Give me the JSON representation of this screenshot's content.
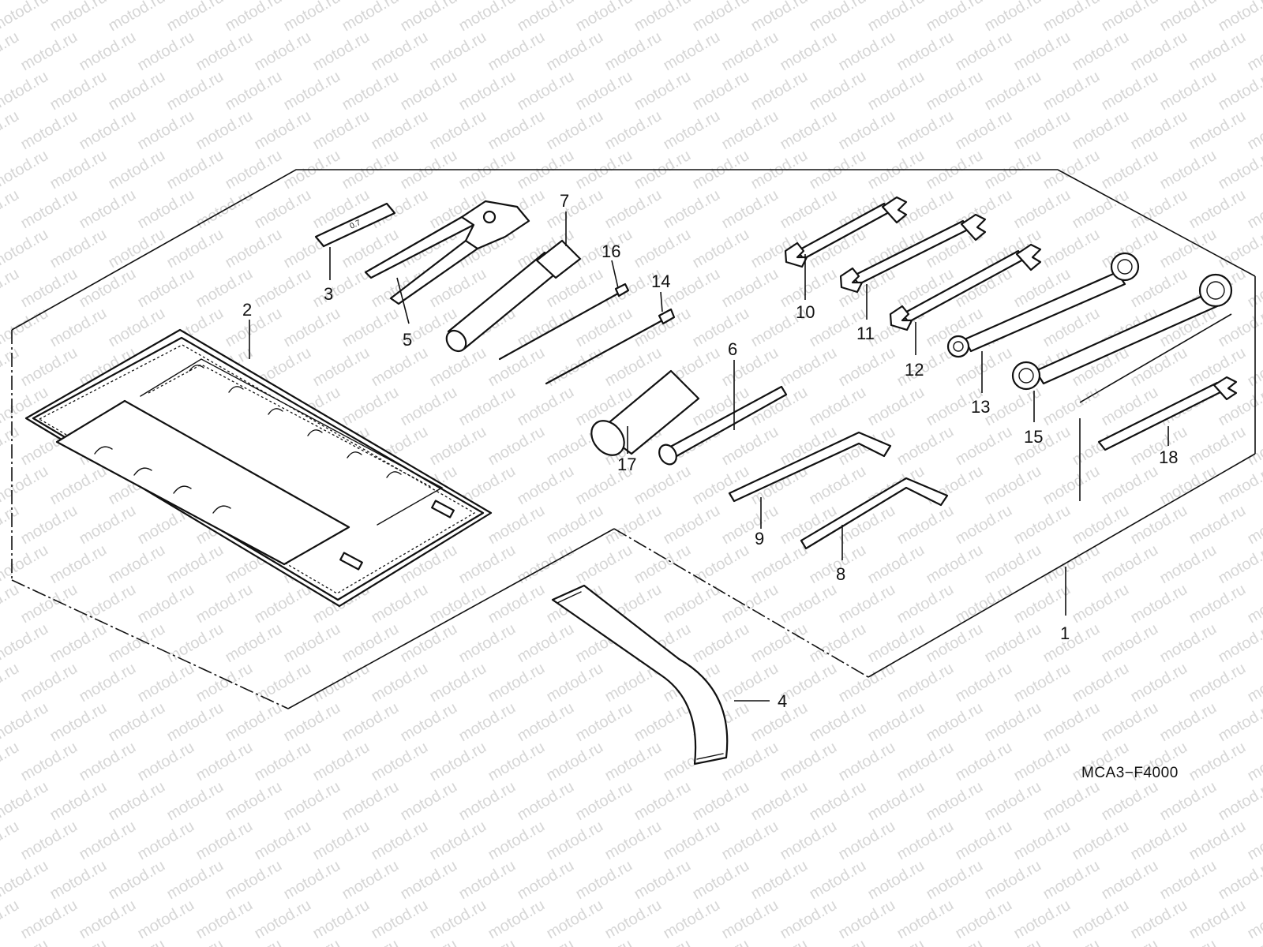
{
  "watermark": {
    "text": "motod.ru",
    "color": "#d6d6d6"
  },
  "diagram_code": "MCA3−F4000",
  "callouts": [
    "1",
    "2",
    "3",
    "4",
    "5",
    "6",
    "7",
    "8",
    "9",
    "10",
    "11",
    "12",
    "13",
    "14",
    "15",
    "16",
    "17",
    "18"
  ],
  "shim_marking": "0.7",
  "ink_color": "#111111"
}
